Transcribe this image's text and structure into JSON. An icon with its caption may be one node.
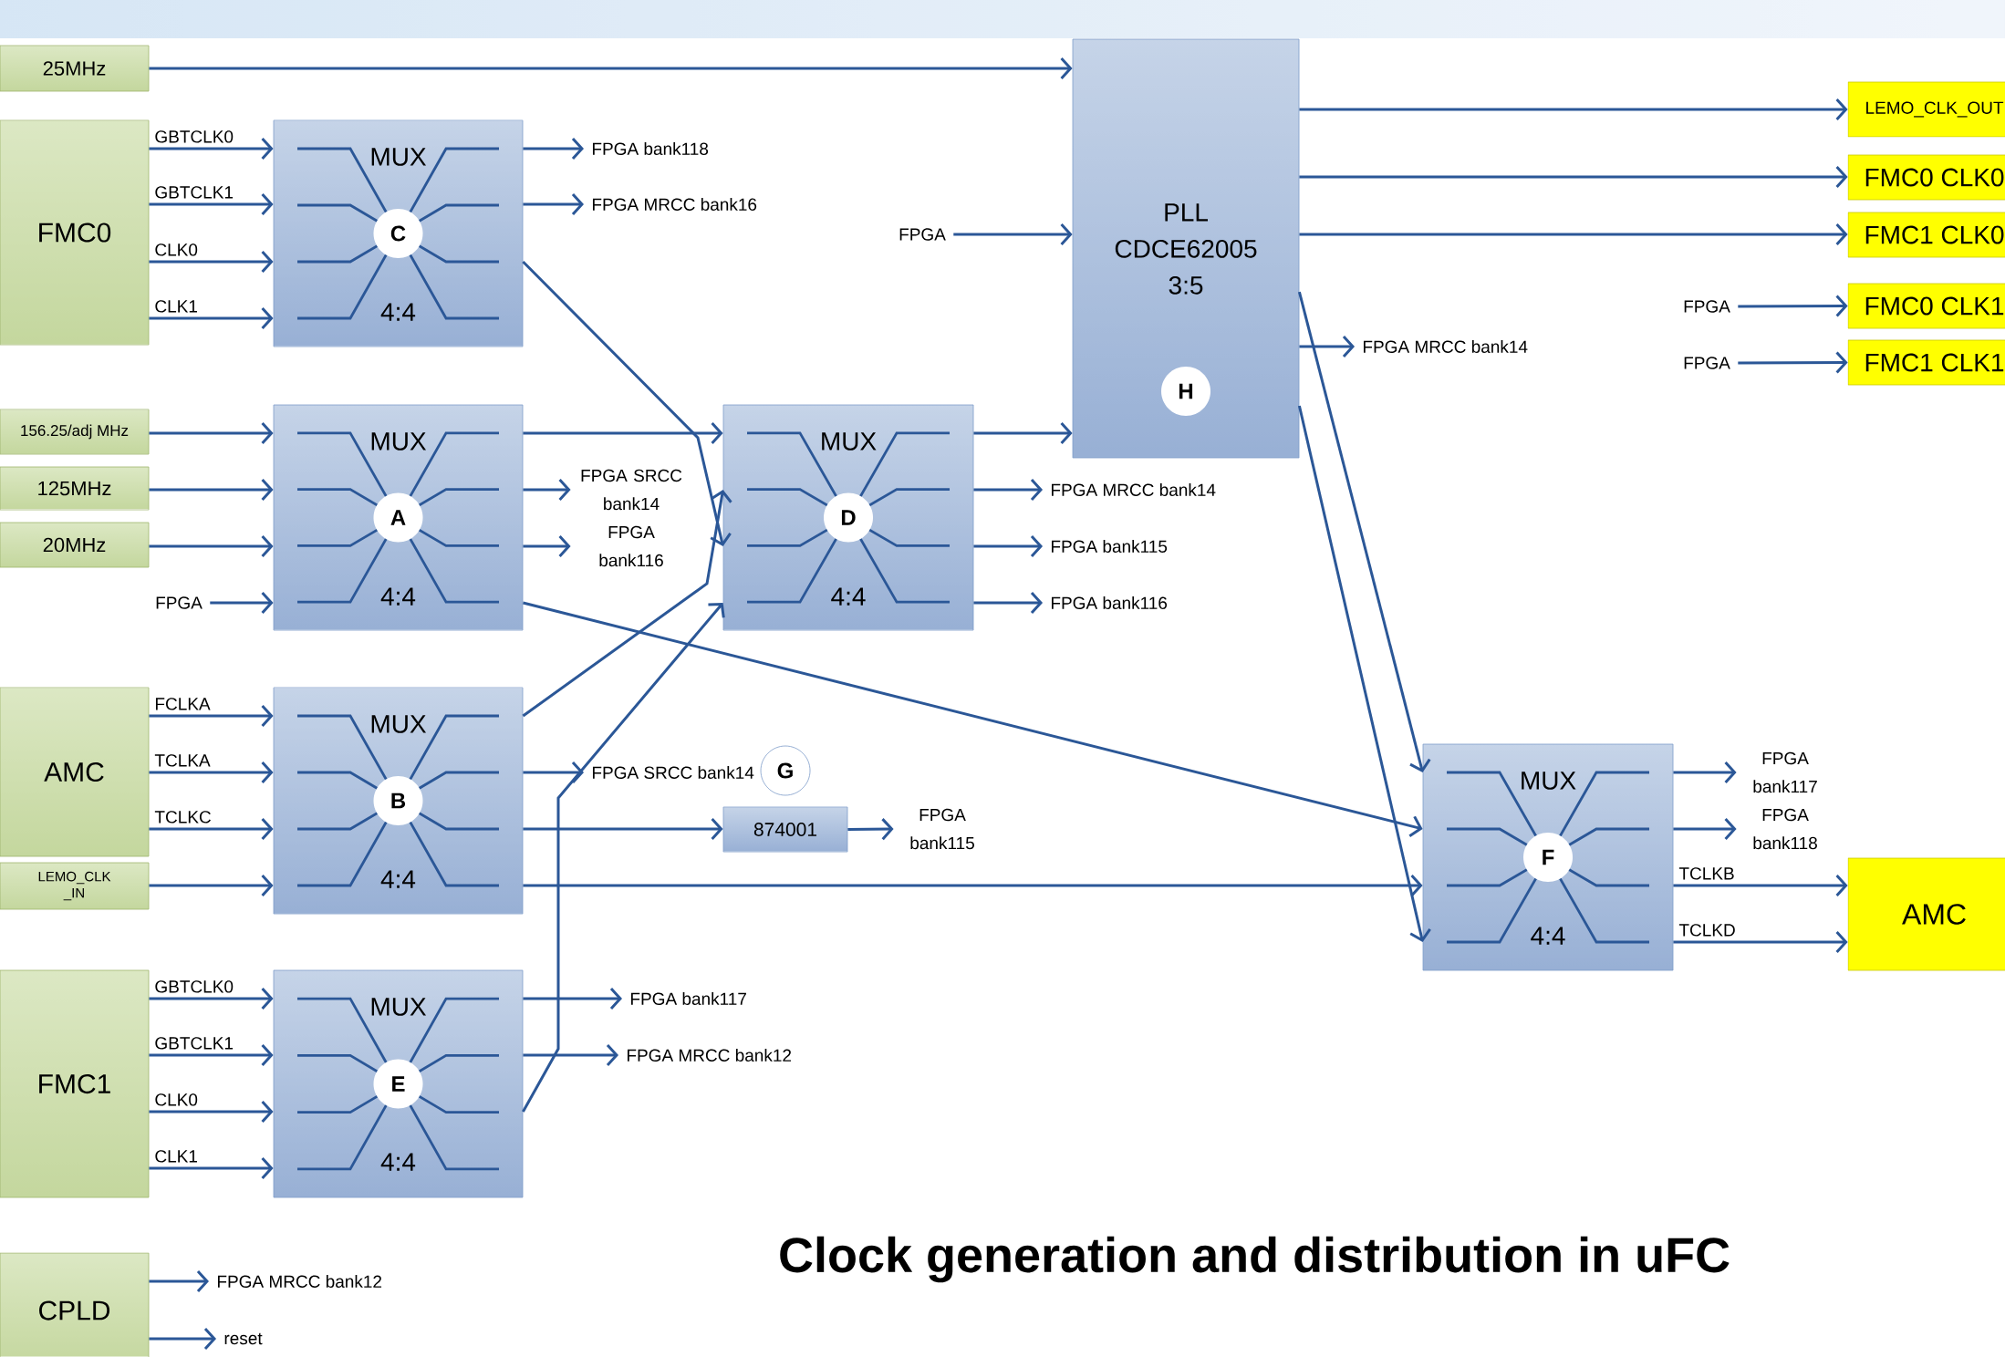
{
  "diagram": {
    "title": "Clock generation and distribution in uFC",
    "nodes": [
      {
        "text": [
          "25MHz"
        ]
      },
      {
        "text": [
          "FMC0"
        ]
      },
      {
        "text": [
          "MUX",
          "C",
          "4:4"
        ]
      },
      {
        "text": [
          "156.25/adj MHz"
        ]
      },
      {
        "text": [
          "125MHz"
        ]
      },
      {
        "text": [
          "20MHz"
        ]
      },
      {
        "text": [
          "FPGA"
        ]
      },
      {
        "text": [
          "MUX",
          "A",
          "4:4"
        ]
      },
      {
        "text": [
          "AMC"
        ]
      },
      {
        "text": [
          "LEMO_CLK _IN"
        ]
      },
      {
        "text": [
          "MUX",
          "B",
          "4:4"
        ]
      },
      {
        "text": [
          "FMC1"
        ]
      },
      {
        "text": [
          "MUX",
          "E",
          "4:4"
        ]
      },
      {
        "text": [
          "CPLD"
        ]
      },
      {
        "text": [
          "MUX",
          "D",
          "4:4"
        ]
      },
      {
        "text": [
          "PLL CDCE62005 3:5",
          "H"
        ]
      },
      {
        "text": [
          "FPGA"
        ]
      },
      {
        "text": [
          "FPGA bank118"
        ]
      },
      {
        "text": [
          "FPGA MRCC bank16"
        ]
      },
      {
        "text": [
          "FPGA SRCC bank14"
        ]
      },
      {
        "text": [
          "FPGA bank116"
        ]
      },
      {
        "text": [
          "FPGA SRCC bank14"
        ]
      },
      {
        "text": [
          "G"
        ]
      },
      {
        "text": [
          "874001"
        ]
      },
      {
        "text": [
          "FPGA bank115"
        ]
      },
      {
        "text": [
          "FPGA bank117"
        ]
      },
      {
        "text": [
          "FPGA MRCC bank12"
        ]
      },
      {
        "text": [
          "FPGA MRCC bank12"
        ]
      },
      {
        "text": [
          "reset"
        ]
      },
      {
        "text": [
          "FPGA MRCC bank14"
        ]
      },
      {
        "text": [
          "FPGA bank115"
        ]
      },
      {
        "text": [
          "FPGA bank116"
        ]
      },
      {
        "text": [
          "FPGA MRCC bank14"
        ]
      },
      {
        "text": [
          "LEMO_CLK_OUT"
        ]
      },
      {
        "text": [
          "FMC0 CLK0"
        ]
      },
      {
        "text": [
          "FMC1 CLK0"
        ]
      },
      {
        "text": [
          "FPGA"
        ]
      },
      {
        "text": [
          "FMC0 CLK1"
        ]
      },
      {
        "text": [
          "FPGA"
        ]
      },
      {
        "text": [
          "FMC1 CLK1"
        ]
      },
      {
        "text": [
          "MUX",
          "F",
          "4:4"
        ]
      },
      {
        "text": [
          "FPGA bank117"
        ]
      },
      {
        "text": [
          "FPGA bank118"
        ]
      },
      {
        "text": [
          "AMC"
        ]
      }
    ],
    "edges": [
      {
        "from": 0,
        "to": 15,
        "arrow": "to"
      },
      {
        "from": 1,
        "to": 2,
        "arrow": "to",
        "label": "GBTCLK0"
      },
      {
        "from": 1,
        "to": 2,
        "arrow": "to",
        "label": "GBTCLK1"
      },
      {
        "from": 1,
        "to": 2,
        "arrow": "to",
        "label": "CLK0"
      },
      {
        "from": 1,
        "to": 2,
        "arrow": "to",
        "label": "CLK1"
      },
      {
        "from": 2,
        "to": 17,
        "arrow": "to"
      },
      {
        "from": 2,
        "to": 18,
        "arrow": "to"
      },
      {
        "from": 2,
        "to": 14,
        "arrow": "to"
      },
      {
        "from": 3,
        "to": 7,
        "arrow": "to"
      },
      {
        "from": 4,
        "to": 7,
        "arrow": "to"
      },
      {
        "from": 5,
        "to": 7,
        "arrow": "to"
      },
      {
        "from": 6,
        "to": 7,
        "arrow": "to"
      },
      {
        "from": 7,
        "to": 14,
        "arrow": "to"
      },
      {
        "from": 7,
        "to": 19,
        "arrow": "to"
      },
      {
        "from": 7,
        "to": 20,
        "arrow": "to"
      },
      {
        "from": 7,
        "to": 40,
        "arrow": "to"
      },
      {
        "from": 8,
        "to": 10,
        "arrow": "to",
        "label": "FCLKA"
      },
      {
        "from": 8,
        "to": 10,
        "arrow": "to",
        "label": "TCLKA"
      },
      {
        "from": 8,
        "to": 10,
        "arrow": "to",
        "label": "TCLKC"
      },
      {
        "from": 9,
        "to": 10,
        "arrow": "to"
      },
      {
        "from": 10,
        "to": 14,
        "arrow": "to"
      },
      {
        "from": 10,
        "to": 21,
        "arrow": "to"
      },
      {
        "from": 10,
        "to": 23,
        "arrow": "to"
      },
      {
        "from": 23,
        "to": 24,
        "arrow": "to"
      },
      {
        "from": 10,
        "to": 40,
        "arrow": "to"
      },
      {
        "from": 11,
        "to": 12,
        "arrow": "to",
        "label": "GBTCLK0"
      },
      {
        "from": 11,
        "to": 12,
        "arrow": "to",
        "label": "GBTCLK1"
      },
      {
        "from": 11,
        "to": 12,
        "arrow": "to",
        "label": "CLK0"
      },
      {
        "from": 11,
        "to": 12,
        "arrow": "to",
        "label": "CLK1"
      },
      {
        "from": 12,
        "to": 25,
        "arrow": "to"
      },
      {
        "from": 12,
        "to": 26,
        "arrow": "to"
      },
      {
        "from": 12,
        "to": 14,
        "arrow": "to"
      },
      {
        "from": 13,
        "to": 27,
        "arrow": "to"
      },
      {
        "from": 13,
        "to": 28,
        "arrow": "to"
      },
      {
        "from": 14,
        "to": 15,
        "arrow": "to"
      },
      {
        "from": 14,
        "to": 29,
        "arrow": "to"
      },
      {
        "from": 14,
        "to": 30,
        "arrow": "to"
      },
      {
        "from": 14,
        "to": 31,
        "arrow": "to"
      },
      {
        "from": 16,
        "to": 15,
        "arrow": "to"
      },
      {
        "from": 15,
        "to": 33,
        "arrow": "to"
      },
      {
        "from": 15,
        "to": 34,
        "arrow": "to"
      },
      {
        "from": 15,
        "to": 35,
        "arrow": "to"
      },
      {
        "from": 15,
        "to": 32,
        "arrow": "to"
      },
      {
        "from": 15,
        "to": 40,
        "arrow": "to"
      },
      {
        "from": 15,
        "to": 40,
        "arrow": "to"
      },
      {
        "from": 36,
        "to": 37,
        "arrow": "to"
      },
      {
        "from": 38,
        "to": 39,
        "arrow": "to"
      },
      {
        "from": 40,
        "to": 41,
        "arrow": "to"
      },
      {
        "from": 40,
        "to": 42,
        "arrow": "to"
      },
      {
        "from": 40,
        "to": 43,
        "arrow": "to",
        "label": "TCLKB"
      },
      {
        "from": 40,
        "to": 43,
        "arrow": "to",
        "label": "TCLKD"
      }
    ]
  }
}
